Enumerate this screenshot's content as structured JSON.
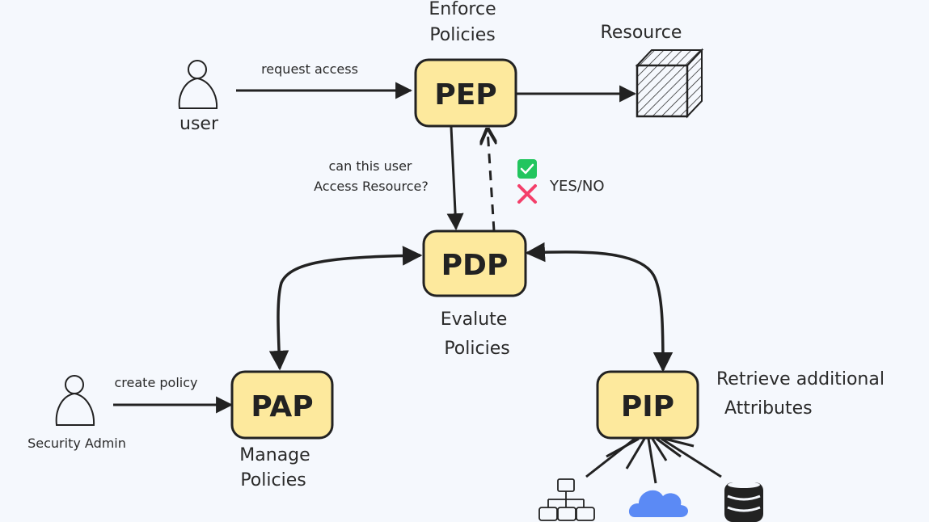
{
  "diagram": {
    "background": "#f5f8fd",
    "node_fill": "#fde99d",
    "stroke": "#222222",
    "nodes": {
      "pep": {
        "label": "PEP",
        "caption": [
          "Enforce",
          "Policies"
        ]
      },
      "pdp": {
        "label": "PDP",
        "caption": [
          "Evalute",
          "Policies"
        ]
      },
      "pap": {
        "label": "PAP",
        "caption": [
          "Manage",
          "Policies"
        ]
      },
      "pip": {
        "label": "PIP",
        "caption": [
          "Retrieve additional",
          "Attributes"
        ]
      }
    },
    "actors": {
      "user": {
        "label": "user"
      },
      "admin": {
        "label": "Security Admin"
      }
    },
    "resource": {
      "label": "Resource"
    },
    "edges": {
      "request": {
        "label": "request access"
      },
      "query": {
        "label": [
          "can this user",
          "Access Resource?"
        ]
      },
      "decision": {
        "label": "YES/NO"
      },
      "create": {
        "label": "create policy"
      }
    },
    "decision_icons": {
      "yes": {
        "icon": "check-icon",
        "color": "#22c55e"
      },
      "no": {
        "icon": "cross-icon",
        "color": "#f43f6a"
      }
    },
    "sources": [
      {
        "icon": "hierarchy-icon"
      },
      {
        "icon": "cloud-icon",
        "color": "#5b8af5"
      },
      {
        "icon": "database-icon"
      }
    ]
  }
}
